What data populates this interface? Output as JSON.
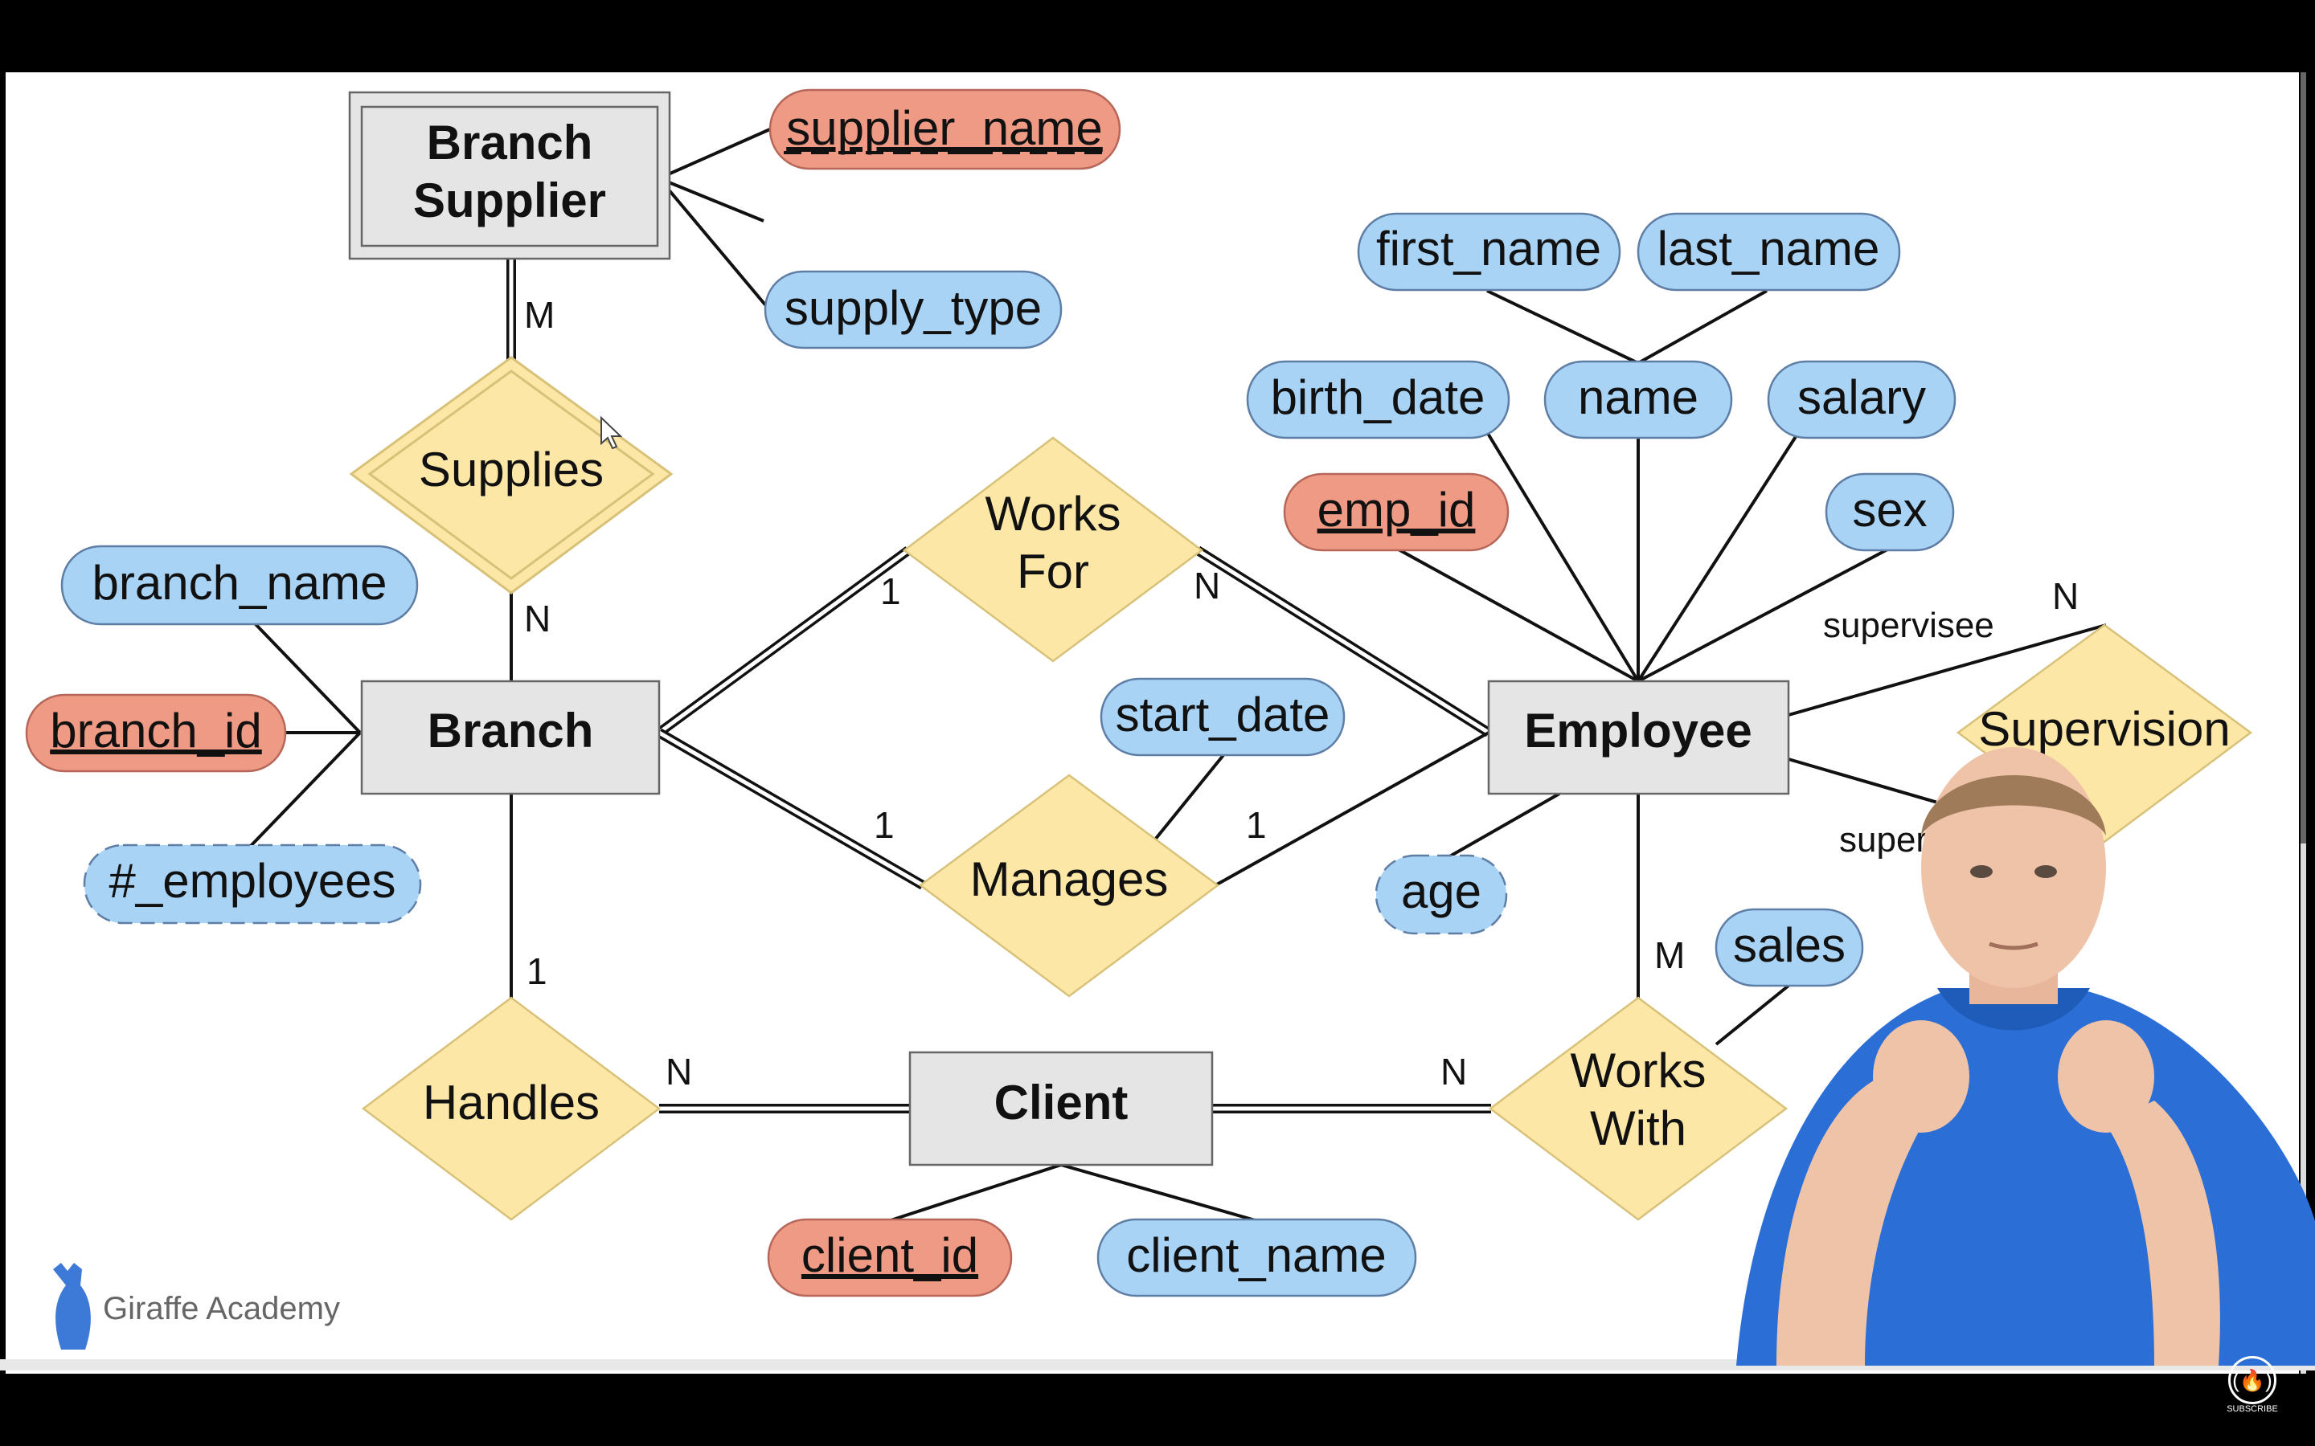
{
  "diagram": {
    "entities": {
      "branch_supplier": {
        "line1": "Branch",
        "line2": "Supplier"
      },
      "branch": "Branch",
      "employee": "Employee",
      "client": "Client"
    },
    "relationships": {
      "supplies": "Supplies",
      "works_for": {
        "line1": "Works",
        "line2": "For"
      },
      "manages": "Manages",
      "supervision": "Supervision",
      "handles": "Handles",
      "works_with": {
        "line1": "Works",
        "line2": "With"
      }
    },
    "attributes": {
      "supplier_name": "supplier_name",
      "supply_type": "supply_type",
      "branch_name": "branch_name",
      "branch_id": "branch_id",
      "num_employees": "#_employees",
      "start_date": "start_date",
      "first_name": "first_name",
      "last_name": "last_name",
      "birth_date": "birth_date",
      "name": "name",
      "salary": "salary",
      "emp_id": "emp_id",
      "sex": "sex",
      "age": "age",
      "sales": "sales",
      "client_id": "client_id",
      "client_name": "client_name"
    },
    "cardinalities": {
      "supplier_supplies": "M",
      "supplies_branch": "N",
      "branch_worksfor": "1",
      "worksfor_employee": "N",
      "branch_manages": "1",
      "manages_employee": "1",
      "branch_handles": "1",
      "handles_client": "N",
      "client_workswith": "N",
      "employee_workswith": "M",
      "supervision_supervisee": "N"
    },
    "roles": {
      "supervisee": "supervisee",
      "supervisor_partial": "superv"
    }
  },
  "branding": {
    "logo_text": "Giraffe Academy",
    "badge_text": "SUBSCRIBE"
  },
  "colors": {
    "entity_fill": "#e5e5e5",
    "relationship_fill": "#fde7a6",
    "attribute_fill": "#a9d3f5",
    "key_attribute_fill": "#ef9a84",
    "presenter_shirt": "#2b6fd6"
  }
}
